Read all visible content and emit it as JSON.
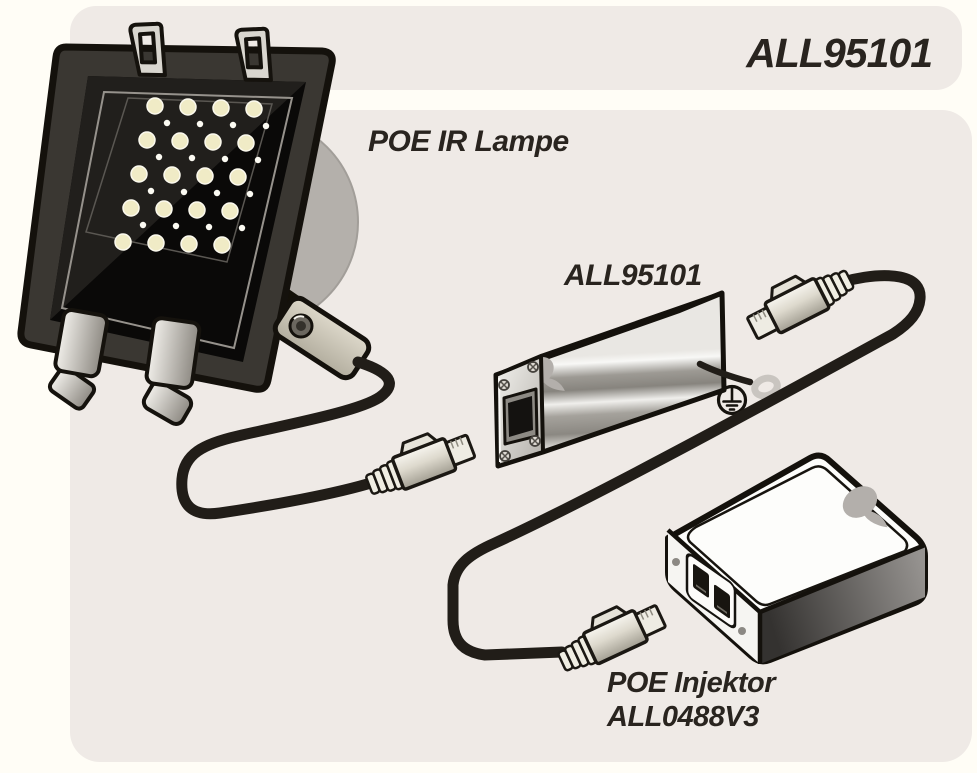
{
  "header": {
    "title": "ALL95101"
  },
  "diagram": {
    "lamp_label": "POE IR Lampe",
    "converter_label": "ALL95101",
    "injector_label_line1": "POE Injektor",
    "injector_label_line2": "ALL0488V3"
  },
  "icons": {
    "earth_ground": "protective-earth-symbol",
    "brand_logo": "allnet-bird-logo",
    "ring_terminal": "grounding-ring-lug"
  },
  "colors": {
    "page_bg": "#fffdf6",
    "panel_bg": "#efeae6",
    "outline": "#1b1813",
    "text": "#29241f",
    "cable": "#211d18",
    "logo_gray": "#b3afab",
    "led_large": "#f0ebc6",
    "led_small": "#fcfbf3",
    "connector_body": "#d9d5c9",
    "metal_silver": "#c9c6c1"
  }
}
